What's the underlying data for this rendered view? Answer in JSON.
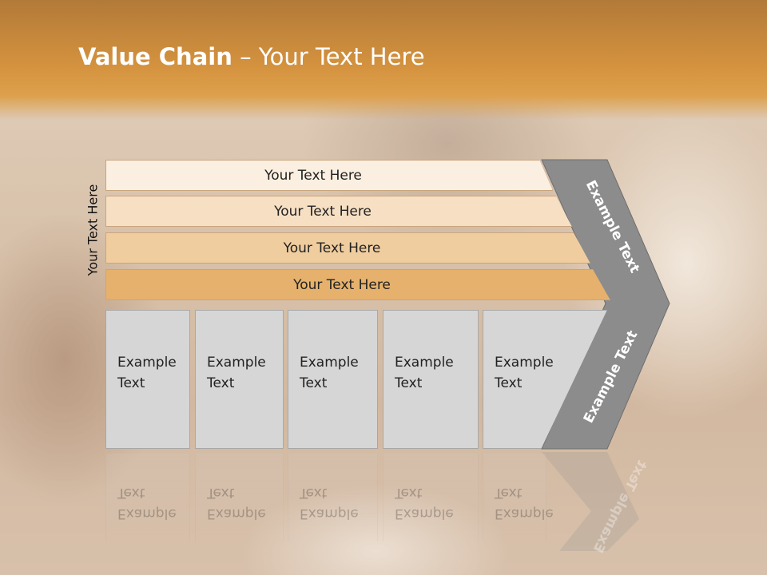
{
  "title": {
    "bold": "Value Chain",
    "rest": " – Your Text Here"
  },
  "side_label": "Your Text Here",
  "bars": [
    {
      "label": "Your Text Here",
      "color": "#fbefe1"
    },
    {
      "label": "Your Text Here",
      "color": "#f6dfc3"
    },
    {
      "label": "Your Text Here",
      "color": "#f0cd9f"
    },
    {
      "label": "Your Text Here",
      "color": "#e6b16c"
    }
  ],
  "boxes": [
    {
      "line1": "Example",
      "line2": "Text"
    },
    {
      "line1": "Example",
      "line2": "Text"
    },
    {
      "line1": "Example",
      "line2": "Text"
    },
    {
      "line1": "Example",
      "line2": "Text"
    },
    {
      "line1": "Example",
      "line2": "Text"
    }
  ],
  "chevron": {
    "upper_label": "Example Text",
    "lower_label": "Example Text",
    "fill": "#8c8c8c"
  }
}
